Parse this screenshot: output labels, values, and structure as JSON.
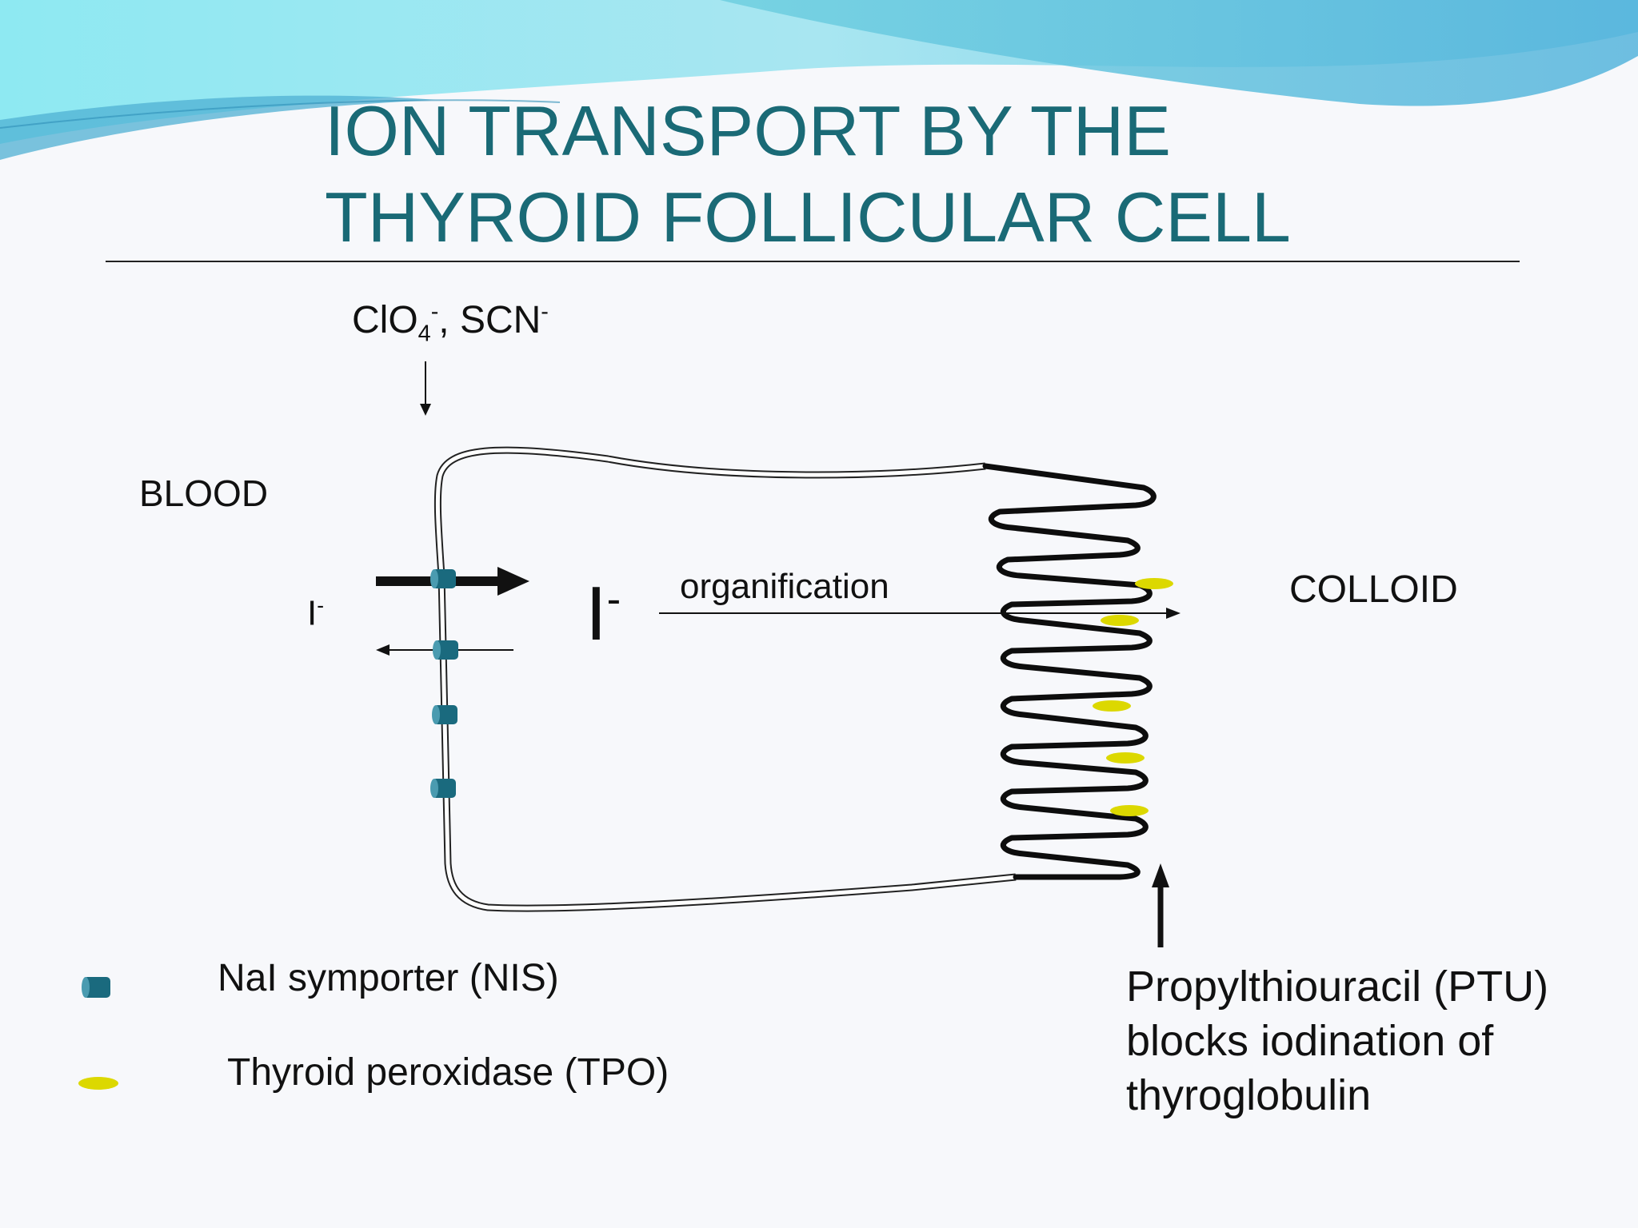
{
  "title": {
    "line1": "ION TRANSPORT BY THE",
    "line2": "THYROID FOLLICULAR CELL"
  },
  "diagram": {
    "inhibitors": {
      "clo_base": "ClO",
      "clo_sub": "4",
      "clo_sup": "-",
      "separator": ", ",
      "scn_base": "SCN",
      "scn_sup": "-"
    },
    "blood_label": "BLOOD",
    "iodide_outside": {
      "base": "I",
      "sup": "-"
    },
    "iodide_inside": {
      "base": "I",
      "sup": "-"
    },
    "organification_label": "organification",
    "colloid_label": "COLLOID",
    "ptu_lines": [
      "Propylthiouracil (PTU)",
      "blocks iodination of",
      "thyroglobulin"
    ]
  },
  "legend": {
    "nis_label": "NaI symporter (NIS)",
    "tpo_label": "Thyroid peroxidase (TPO)"
  },
  "colors": {
    "title": "#1a6a76",
    "nis": "#1a6a7e",
    "tpo": "#dcd800",
    "wave_light": "#9be8f0",
    "wave_mid": "#6fc9df",
    "wave_dark": "#4aa8cf"
  }
}
